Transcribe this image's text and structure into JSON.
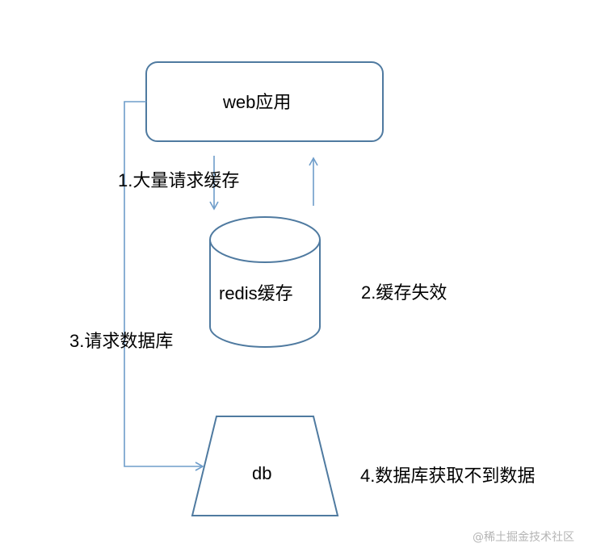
{
  "diagram": {
    "nodes": {
      "web_app": {
        "label": "web应用",
        "shape": "rounded-rectangle"
      },
      "redis": {
        "label": "redis缓存",
        "shape": "cylinder"
      },
      "db": {
        "label": "db",
        "shape": "trapezoid"
      }
    },
    "steps": [
      {
        "label": "1.大量请求缓存"
      },
      {
        "label": "2.缓存失效"
      },
      {
        "label": "3.请求数据库"
      },
      {
        "label": "4.数据库获取不到数据"
      }
    ],
    "edges": [
      {
        "from": "web_app",
        "to": "redis",
        "step": 1
      },
      {
        "from": "redis",
        "to": "web_app"
      },
      {
        "from": "web_app",
        "to": "db",
        "step": 3
      }
    ],
    "colors": {
      "shape_stroke": "#4f7aa0",
      "arrow_stroke": "#6e9dca",
      "text": "#000000",
      "watermark": "#b4b4b4"
    }
  },
  "watermark": "@稀土掘金技术社区"
}
